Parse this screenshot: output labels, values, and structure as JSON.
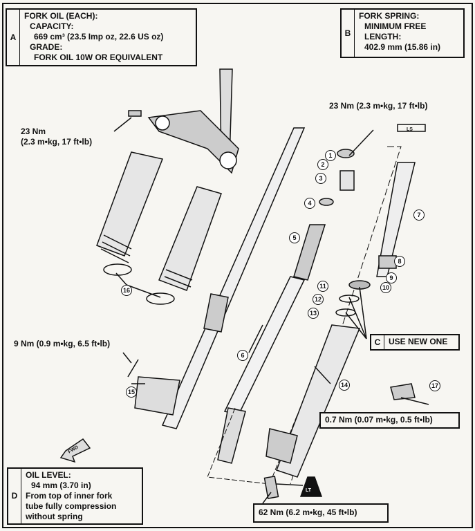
{
  "box_a": {
    "letter": "A",
    "title": "FORK OIL (EACH):",
    "capacity_label": "CAPACITY:",
    "capacity_value": "669 cm³ (23.5 Imp oz, 22.6 US oz)",
    "grade_label": "GRADE:",
    "grade_value": "FORK OIL 10W OR EQUIVALENT"
  },
  "box_b": {
    "letter": "B",
    "title": "FORK SPRING:",
    "line1": "MINIMUM FREE",
    "line2": "LENGTH:",
    "value": "402.9 mm (15.86 in)"
  },
  "box_c": {
    "letter": "C",
    "text": "USE NEW ONE"
  },
  "box_d": {
    "letter": "D",
    "title": "OIL LEVEL:",
    "value": "94 mm (3.70 in)",
    "line1": "From top of inner fork",
    "line2": "tube fully compression",
    "line3": "without spring"
  },
  "torques": {
    "bracket_bolt_1": "23 Nm",
    "bracket_bolt_2": "(2.3 m•kg, 17 ft•lb)",
    "cap_bolt": "23 Nm (2.3 m•kg, 17 ft•lb)",
    "clamp": "9 Nm (0.9 m•kg, 6.5 ft•lb)",
    "small": "0.7 Nm (0.07 m•kg, 0.5 ft•lb)",
    "damper": "62 Nm (6.2 m•kg, 45 ft•lb)"
  },
  "symbols": {
    "lt": "LT",
    "ls": "LS",
    "fwd": "FWD"
  },
  "callouts": [
    "1",
    "2",
    "3",
    "4",
    "5",
    "6",
    "7",
    "8",
    "9",
    "10",
    "11",
    "12",
    "13",
    "14",
    "15",
    "16",
    "17"
  ]
}
